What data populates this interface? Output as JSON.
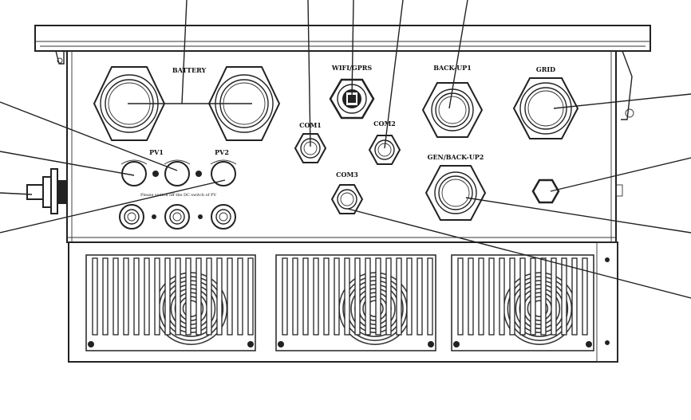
{
  "labels": {
    "battery": "BATTERY",
    "wifi_gprs": "WIFI/GPRS",
    "backup1": "BACK-UP1",
    "grid": "GRID",
    "com1": "COM1",
    "com2": "COM2",
    "com3": "COM3",
    "pv1": "PV1",
    "pv2": "PV2",
    "gen_backup2": "GEN/BACK-UP2",
    "pv_note": "Please switch off the DC switch of PV"
  },
  "colors": {
    "line": "#222222",
    "background": "#ffffff",
    "fin": "#3a3a3a"
  }
}
